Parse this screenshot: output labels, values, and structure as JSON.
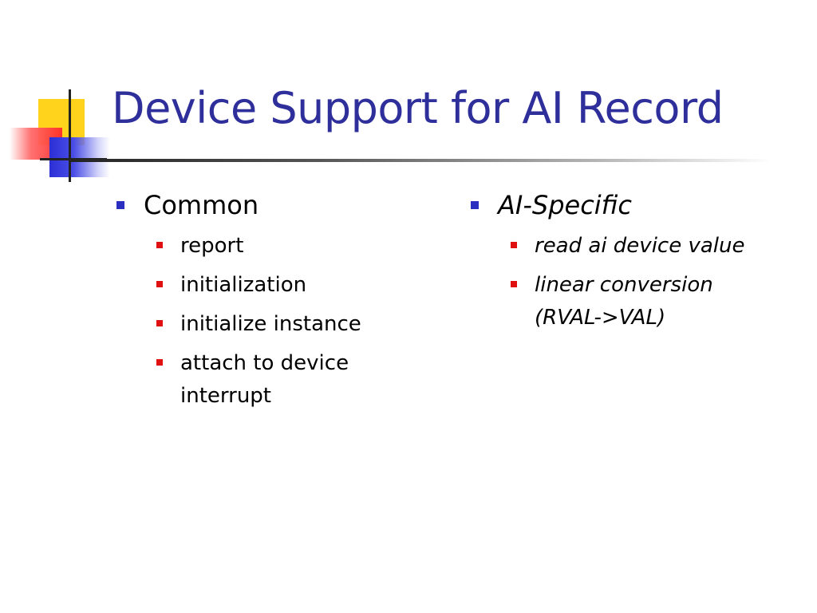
{
  "slide": {
    "title": "Device Support for AI Record",
    "colors": {
      "title": "#2f2f9c",
      "main_bullet": "#2b2fc0",
      "sub_bullet": "#e01010",
      "logo_yellow": "#ffd21c",
      "logo_red": "#ff2a2a",
      "logo_blue": "#2b2fd6"
    },
    "columns": [
      {
        "heading": "Common",
        "italic": false,
        "items": [
          "report",
          "initialization",
          "initialize instance",
          "attach to device interrupt"
        ]
      },
      {
        "heading": "AI-Specific",
        "italic": true,
        "items": [
          "read ai device value",
          "linear conversion (RVAL->VAL)"
        ]
      }
    ]
  }
}
